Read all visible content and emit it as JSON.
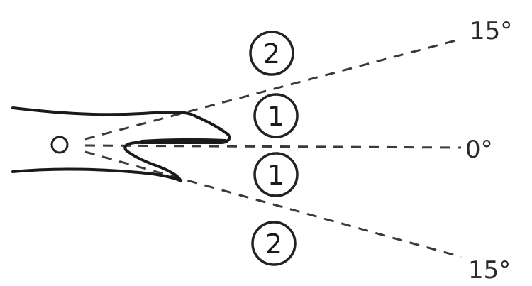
{
  "angles": {
    "top": "15°",
    "center": "0°",
    "bottom": "15°"
  },
  "zones": {
    "upper_outer": "2",
    "upper_inner": "1",
    "lower_inner": "1",
    "lower_outer": "2"
  }
}
